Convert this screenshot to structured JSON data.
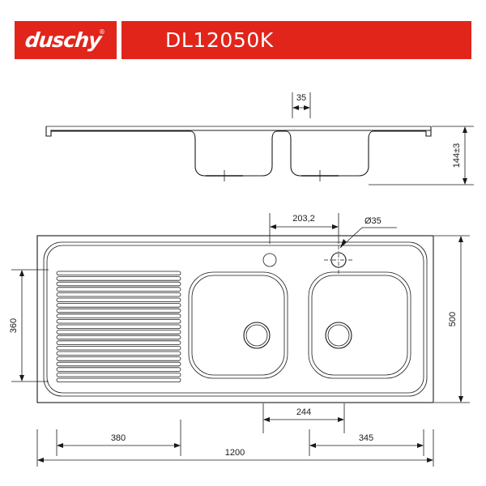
{
  "header": {
    "logo_text": "duschy",
    "logo_registered_mark": "®",
    "product_title": "DL12050K",
    "brand_color": "#e1251b",
    "text_color": "#ffffff"
  },
  "drawing": {
    "type": "technical-dimension-drawing",
    "subject": "double-bowl kitchen sink with left drainboard",
    "views": [
      {
        "name": "side-elevation",
        "position": "top"
      },
      {
        "name": "top-plan",
        "position": "bottom"
      }
    ],
    "dimensions": {
      "side_view": [
        {
          "name": "ledge-width",
          "label": "35",
          "orientation": "horizontal",
          "unit": "mm"
        },
        {
          "name": "bowl-depth-total",
          "label": "144±3",
          "orientation": "vertical",
          "unit": "mm"
        }
      ],
      "top_view": [
        {
          "name": "tap-hole-spacing",
          "label": "203,2",
          "orientation": "horizontal",
          "unit": "mm"
        },
        {
          "name": "tap-hole-diameter",
          "label": "Ø35",
          "orientation": "leader",
          "unit": "mm"
        },
        {
          "name": "bowl-depth-inner",
          "label": "360",
          "orientation": "vertical",
          "unit": "mm"
        },
        {
          "name": "overall-depth",
          "label": "500",
          "orientation": "vertical",
          "unit": "mm"
        },
        {
          "name": "bowl-gap",
          "label": "244",
          "orientation": "horizontal",
          "unit": "mm"
        },
        {
          "name": "drainboard-width",
          "label": "380",
          "orientation": "horizontal",
          "unit": "mm"
        },
        {
          "name": "right-bowl-width",
          "label": "345",
          "orientation": "horizontal",
          "unit": "mm"
        },
        {
          "name": "overall-width",
          "label": "1200",
          "orientation": "horizontal",
          "unit": "mm"
        }
      ]
    },
    "features": {
      "drainboard_rib_count": 24,
      "bowl_count": 2,
      "drain_count": 2,
      "tap_hole_count": 1,
      "accessory_hole_count": 1
    }
  }
}
